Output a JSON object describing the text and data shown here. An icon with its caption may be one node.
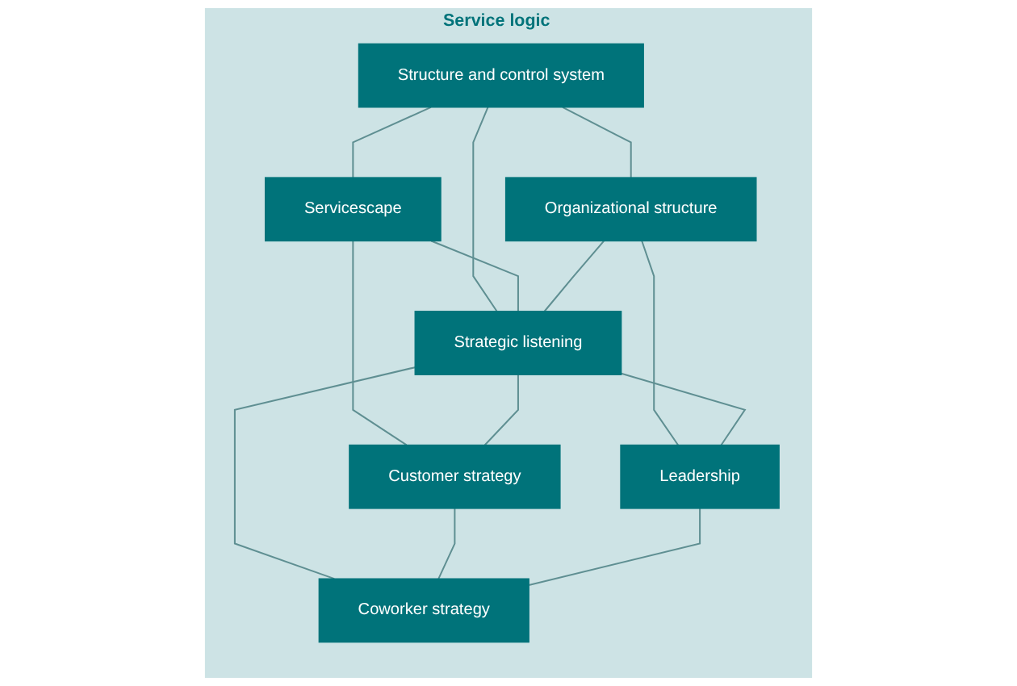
{
  "diagram": {
    "nodes": [
      {
        "text": [
          "Service logic"
        ]
      },
      {
        "text": [
          "Structure and control system"
        ],
        "in": 0
      },
      {
        "text": [
          "Servicescape"
        ],
        "in": 0
      },
      {
        "text": [
          "Organizational structure"
        ],
        "in": 0
      },
      {
        "text": [
          "Strategic listening"
        ],
        "in": 0
      },
      {
        "text": [
          "Customer strategy"
        ],
        "in": 0
      },
      {
        "text": [
          "Leadership"
        ],
        "in": 0
      },
      {
        "text": [
          "Coworker strategy"
        ],
        "in": 0
      }
    ],
    "edges": [
      {
        "from": 1,
        "to": 2,
        "arrow": "none"
      },
      {
        "from": 1,
        "to": 3,
        "arrow": "none"
      },
      {
        "from": 1,
        "to": 4,
        "arrow": "none"
      },
      {
        "from": 2,
        "to": 4,
        "arrow": "none"
      },
      {
        "from": 3,
        "to": 4,
        "arrow": "none"
      },
      {
        "from": 2,
        "to": 5,
        "arrow": "none"
      },
      {
        "from": 3,
        "to": 6,
        "arrow": "none"
      },
      {
        "from": 4,
        "to": 5,
        "arrow": "none"
      },
      {
        "from": 4,
        "to": 6,
        "arrow": "none"
      },
      {
        "from": 4,
        "to": 7,
        "arrow": "none"
      },
      {
        "from": 5,
        "to": 7,
        "arrow": "none"
      },
      {
        "from": 6,
        "to": 7,
        "arrow": "none"
      }
    ]
  }
}
